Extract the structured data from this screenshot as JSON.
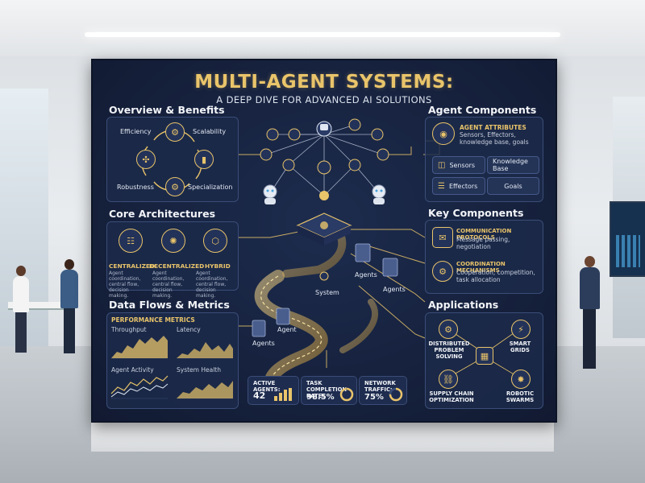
{
  "title": "MULTI-AGENT SYSTEMS:",
  "subtitle": "A DEEP DIVE FOR ADVANCED AI SOLUTIONS",
  "overview": {
    "heading": "Overview & Benefits",
    "efficiency": "Efficiency",
    "scalability": "Scalability",
    "robustness": "Robustness",
    "specialization": "Specialization"
  },
  "core": {
    "heading": "Core Architectures",
    "items": [
      {
        "name": "CENTRALIZED",
        "desc": "Agent coordination, central flow, decision making."
      },
      {
        "name": "DECENTRALIZED",
        "desc": "Agent coordination, central flow, decision making."
      },
      {
        "name": "HYBRID",
        "desc": "Agent coordination, central flow, decision making."
      }
    ]
  },
  "dataflows": {
    "heading": "Data Flows & Metrics",
    "panel_title": "PERFORMANCE METRICS",
    "charts": [
      "Throughput",
      "Latency",
      "Agent Activity",
      "System Health"
    ]
  },
  "agent_components": {
    "heading": "Agent Components",
    "attr_title": "AGENT ATTRIBUTES",
    "attr_desc": "Sensors, Effectors, knowledge base, goals",
    "buttons": [
      "Sensors",
      "Knowledge Base",
      "Effectors",
      "Goals"
    ]
  },
  "key_components": {
    "heading": "Key Components",
    "items": [
      {
        "title": "COMMUNICATION PROTOCOLS",
        "desc": "Message passing, negotiation"
      },
      {
        "title": "COORDINATION MECHANISMS",
        "desc": "Cooperation, competition, task allocation"
      }
    ]
  },
  "applications": {
    "heading": "Applications",
    "distributed": "DISTRIBUTED PROBLEM SOLVING",
    "grids": "SMART GRIDS",
    "supply": "SUPPLY CHAIN OPTIMIZATION",
    "swarms": "ROBOTIC SWARMS"
  },
  "center": {
    "system": "System",
    "agents": "Agents",
    "agent": "Agent"
  },
  "stats": {
    "active_label": "ACTIVE AGENTS:",
    "active_value": "42",
    "task_label": "TASK COMPLETION RATE:",
    "task_value": "98.5%",
    "network_label": "NETWORK TRAFFIC:",
    "network_value": "75%"
  },
  "colors": {
    "gold": "#e9c46a",
    "board": "#16213d",
    "panel": "#1c2a4a"
  }
}
